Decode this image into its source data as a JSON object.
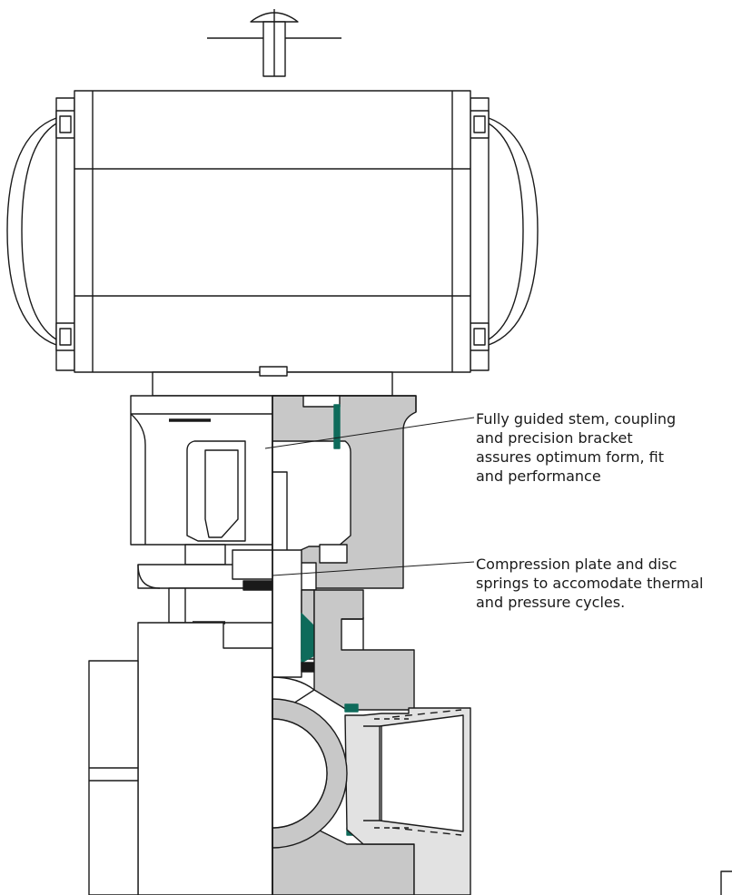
{
  "colors": {
    "line": "#1a1a1a",
    "section_fill": "#c8c8c8",
    "light_fill": "#e2e2e2",
    "seal_fill": "#0e6b5b",
    "background": "#ffffff"
  },
  "callouts": [
    {
      "id": "stem-coupling-bracket",
      "text": "Fully guided stem, coupling\nand precision  bracket\nassures optimum form, fit\nand performance"
    },
    {
      "id": "compression-plate",
      "text": "Compression plate and disc\nsprings to accomodate thermal\nand pressure cycles."
    }
  ]
}
